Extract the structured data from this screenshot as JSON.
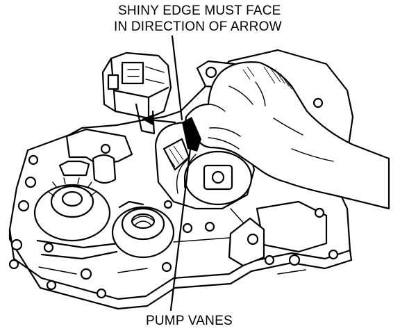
{
  "callouts": {
    "shiny_edge_line1": "SHINY EDGE MUST FACE",
    "shiny_edge_line2": "IN DIRECTION OF ARROW",
    "pump_vanes": "PUMP VANES"
  },
  "colors": {
    "ink": "#000000",
    "paper": "#ffffff"
  }
}
